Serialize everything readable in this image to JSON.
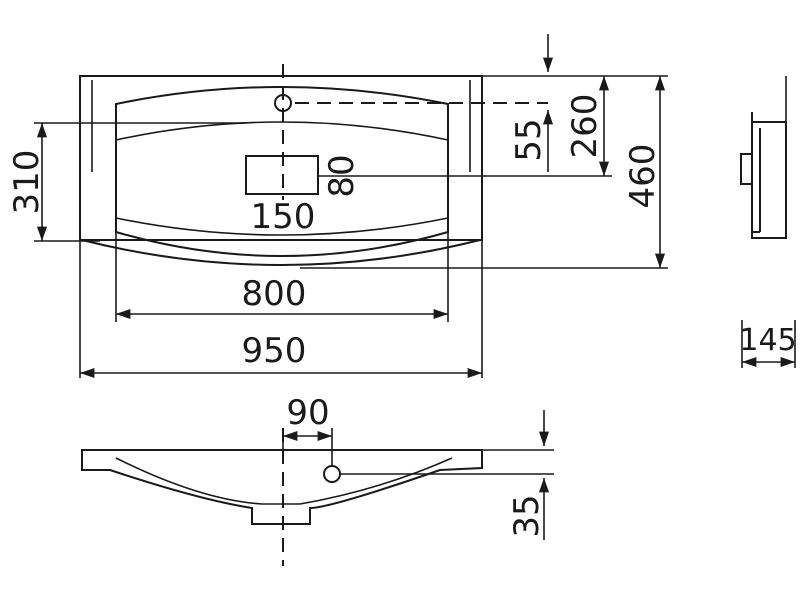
{
  "dimensions": {
    "overall_width": "950",
    "basin_width": "800",
    "overflow_width": "150",
    "overflow_height": "80",
    "front_depth": "310",
    "tap_offset": "55",
    "tap_to_front": "260",
    "overall_depth": "460",
    "side_thickness": "145",
    "drain_offset": "90",
    "rim_height": "35"
  }
}
